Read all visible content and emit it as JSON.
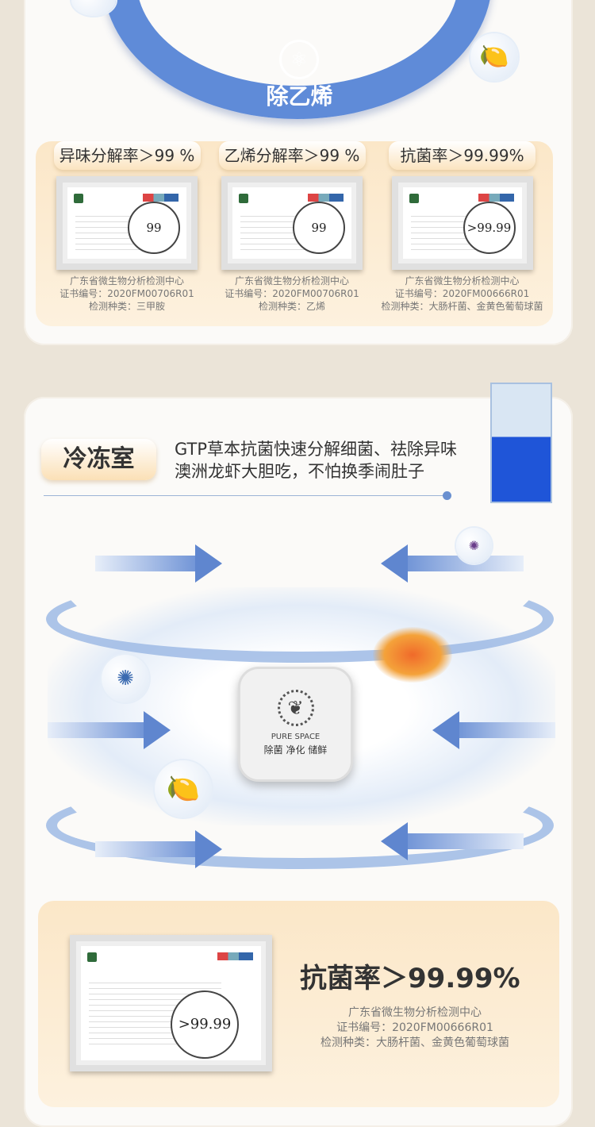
{
  "top_section": {
    "center_label": "除乙烯",
    "center_icon": "molecule-icon",
    "results": [
      {
        "tag": "异味分解率＞99 %",
        "magnified_value": "99",
        "lab": "广东省微生物分析检测中心",
        "cert_no": "证书编号：2020FM00706R01",
        "test_type": "检测种类：三甲胺"
      },
      {
        "tag": "乙烯分解率＞99 %",
        "magnified_value": "99",
        "lab": "广东省微生物分析检测中心",
        "cert_no": "证书编号：2020FM00706R01",
        "test_type": "检测种类：乙烯"
      },
      {
        "tag": "抗菌率＞99.99%",
        "magnified_value": ">99.99",
        "lab": "广东省微生物分析检测中心",
        "cert_no": "证书编号：2020FM00666R01",
        "test_type": "检测种类：大肠杆菌、金黄色葡萄球菌"
      }
    ]
  },
  "freezer_section": {
    "title": "冷冻室",
    "line1": "GTP草本抗菌快速分解细菌、祛除异味",
    "line2": "澳洲龙虾大胆吃，不怕换季闹肚子",
    "device": {
      "brand": "PURE SPACE",
      "slogan": "除菌  净化  储鲜"
    },
    "result": {
      "headline": "抗菌率＞99.99%",
      "magnified_value": ">99.99",
      "lab": "广东省微生物分析检测中心",
      "cert_no": "证书编号：2020FM00666R01",
      "test_type": "检测种类：大肠杆菌、金黄色葡萄球菌"
    }
  },
  "colors": {
    "accent_blue": "#5f8bd8",
    "panel_orange": "#fbe7c8",
    "background": "#ebe4d8"
  }
}
